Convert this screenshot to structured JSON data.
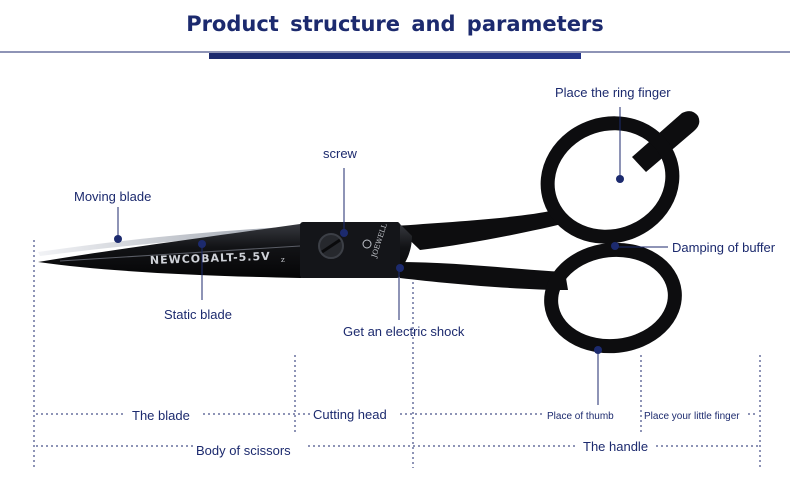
{
  "header": {
    "title": "Product structure and parameters"
  },
  "scissors": {
    "engraving": "NEWCOBALT-5.5V",
    "engraving_suffix": "z",
    "brand_mark": "JOEWELL"
  },
  "labels": {
    "ring_finger": "Place the ring finger",
    "screw": "screw",
    "moving_blade": "Moving blade",
    "damping": "Damping of buffer",
    "static_blade": "Static blade",
    "electric_shock": "Get an electric shock",
    "thumb": "Place of thumb",
    "little_finger": "Place your little finger",
    "the_blade": "The blade",
    "cutting_head": "Cutting head",
    "body": "Body of scissors",
    "handle": "The handle"
  },
  "colors": {
    "accent": "#1c2a6e",
    "scissor_body": "#0d0d0f",
    "blade_edge": "#c8ccd4"
  }
}
